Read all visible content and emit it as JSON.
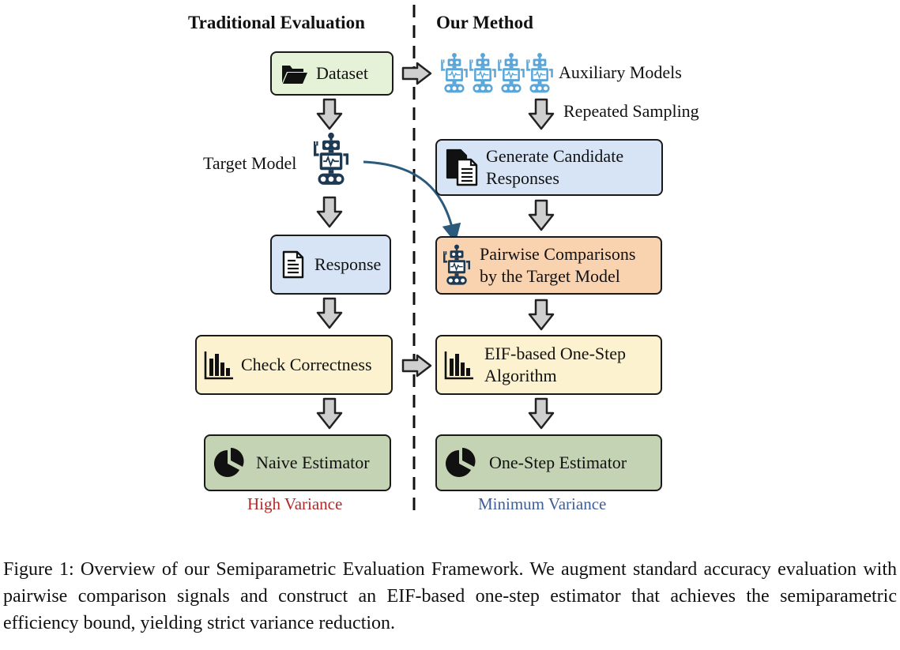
{
  "headers": {
    "left": "Traditional Evaluation",
    "right": "Our Method"
  },
  "left": {
    "dataset": "Dataset",
    "target_model": "Target Model",
    "response": "Response",
    "check": "Check Correctness",
    "estimator": "Naive Estimator",
    "variance": "High Variance"
  },
  "right": {
    "aux": "Auxiliary Models",
    "sampling": "Repeated Sampling",
    "generate_l1": "Generate Candidate",
    "generate_l2": "Responses",
    "pairwise_l1": "Pairwise Comparisons",
    "pairwise_l2": "by the Target Model",
    "eif_l1": "EIF-based One-Step",
    "eif_l2": "Algorithm",
    "estimator": "One-Step Estimator",
    "variance": "Minimum Variance"
  },
  "caption": "Figure 1: Overview of our Semiparametric Evaluation Framework. We augment standard accuracy evaluation with pairwise comparison signals and construct an EIF-based one-step estimator that achieves the semiparametric efficiency bound, yielding strict variance reduction.",
  "colors": {
    "high_variance": "#b02a2a",
    "min_variance": "#3e5f96",
    "robot_dark": "#1e3a52",
    "robot_light": "#5aa6d9",
    "connector": "#2b5a7c",
    "dataset_fill": "#e6f2d8",
    "response_fill": "#d6e4f5",
    "pairwise_fill": "#f9d2b0",
    "check_fill": "#fcf2cf",
    "estimator_fill": "#c4d3b4"
  },
  "icons": [
    "folder-icon",
    "robot-icon",
    "document-icon",
    "documents-icon",
    "bar-chart-icon",
    "pie-chart-icon",
    "arrow-down-icon",
    "arrow-right-icon"
  ]
}
